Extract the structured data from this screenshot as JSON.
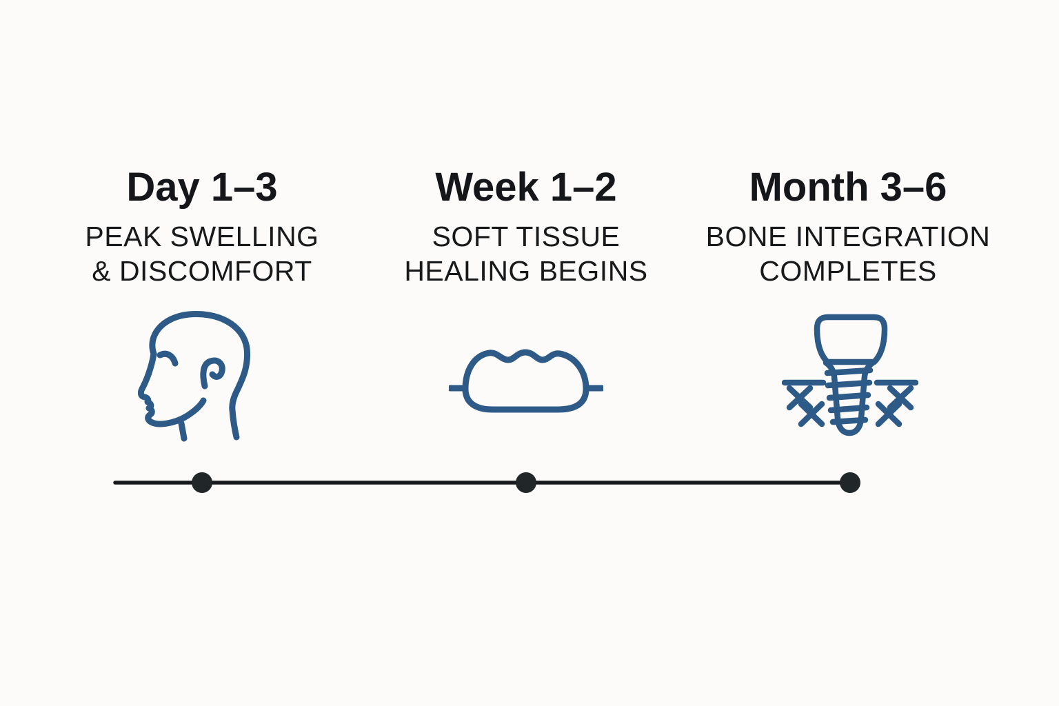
{
  "page": {
    "background": "#fcfbf9",
    "description": "Dental implant healing timeline infographic with three stages"
  },
  "colors": {
    "title_text": "#141619",
    "subtitle_text": "#17191b",
    "icon_blue": "#2d5a87",
    "timeline_line": "#17191c",
    "timeline_dot": "#212629"
  },
  "stages": [
    {
      "title": "Day 1–3",
      "subtitle_lines": [
        "PEAK SWELLING",
        "& DISCOMFORT"
      ],
      "icon": "head-profile-icon"
    },
    {
      "title": "Week 1–2",
      "subtitle_lines": [
        "SOFT TISSUE",
        "HEALING BEGINS"
      ],
      "icon": "gum-tissue-icon"
    },
    {
      "title": "Month 3–6",
      "subtitle_lines": [
        "BONE INTEGRATION",
        "COMPLETES"
      ],
      "icon": "dental-implant-icon"
    }
  ],
  "timeline": {
    "dot_count": 3
  }
}
